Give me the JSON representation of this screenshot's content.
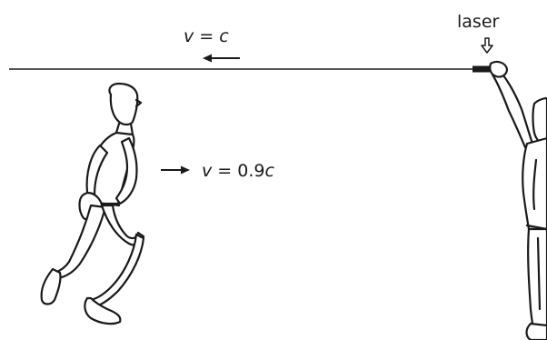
{
  "labels": {
    "light_velocity": {
      "v": "v",
      "eq": " = ",
      "c": "c"
    },
    "runner_velocity": {
      "v": "v",
      "eq": " = 0.9",
      "c": "c"
    },
    "laser": "laser"
  },
  "icons": {
    "light_arrow": "arrow-left-icon",
    "runner_arrow": "arrow-right-icon",
    "laser_pointer": "hollow-arrow-down-icon"
  },
  "colors": {
    "ink": "#1a1a1a",
    "background": "#ffffff"
  }
}
